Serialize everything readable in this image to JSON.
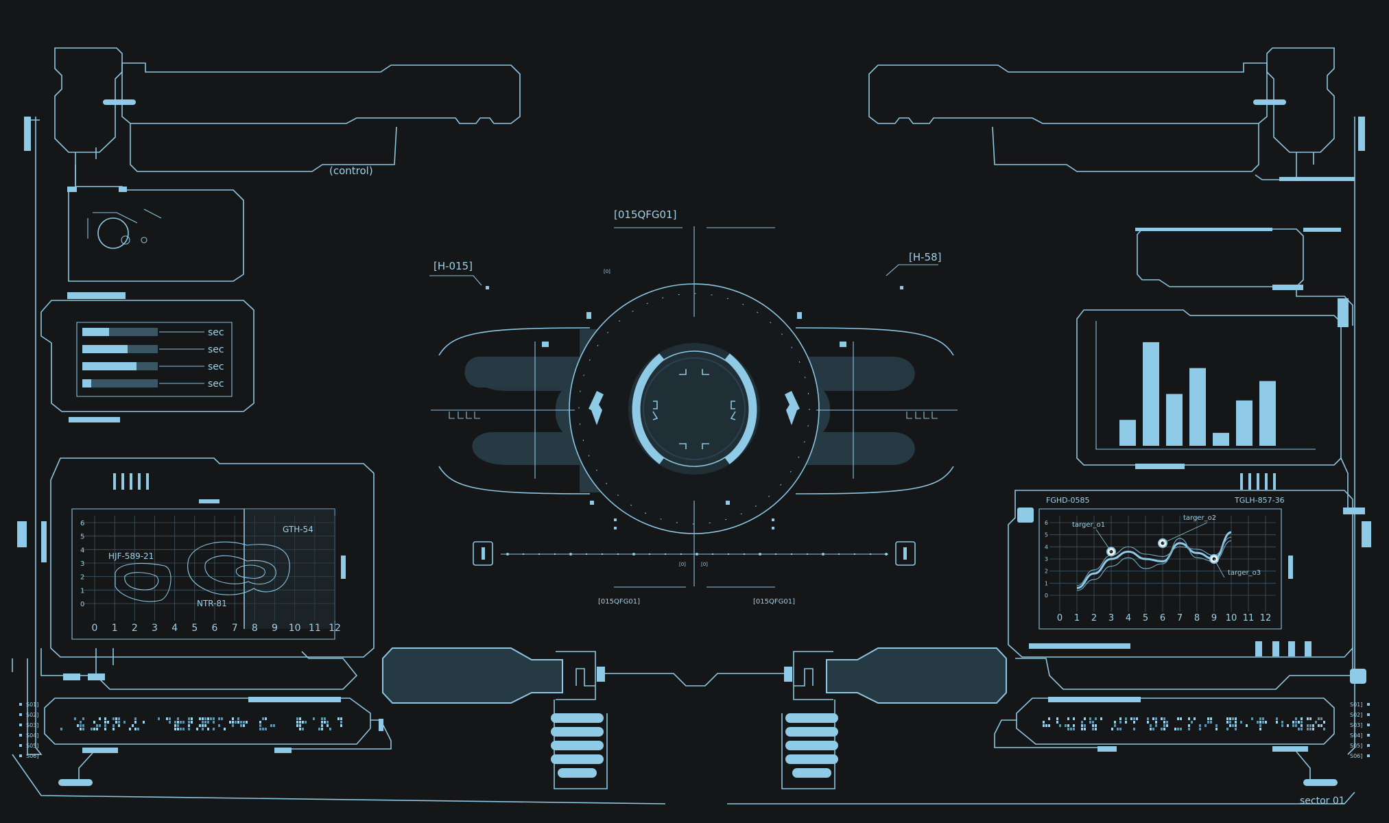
{
  "labels": {
    "control": "(control)",
    "center_code": "[015QFG01]",
    "h_left": "[H-015]",
    "h_right": "[H-58]",
    "zero": "[0]",
    "code_bl": "[015QFG01]",
    "code_br": "[015QFG01]",
    "sector": "sector 01"
  },
  "sec_bars": {
    "unit": "sec",
    "levels": [
      0.35,
      0.6,
      0.72,
      0.12
    ]
  },
  "left_plot": {
    "y_ticks": [
      "6",
      "5",
      "4",
      "3",
      "2",
      "1",
      "0"
    ],
    "x_ticks": [
      "0",
      "1",
      "2",
      "3",
      "4",
      "5",
      "6",
      "7",
      "8",
      "9",
      "10",
      "11",
      "12"
    ],
    "regions": [
      "HJF-589-21",
      "GTH-54",
      "NTR-81"
    ]
  },
  "right_bar_chart": {
    "type": "bar",
    "values": [
      2,
      8,
      4,
      6,
      1,
      3.5,
      5
    ],
    "ylim": [
      0,
      9
    ]
  },
  "right_line_chart": {
    "type": "line",
    "header_left": "FGHD-0585",
    "header_right": "TGLH-857-36",
    "x_ticks": [
      "0",
      "1",
      "2",
      "3",
      "4",
      "5",
      "6",
      "7",
      "8",
      "9",
      "10",
      "11",
      "12"
    ],
    "y_ticks": [
      "6",
      "5",
      "4",
      "3",
      "2",
      "1",
      "0"
    ],
    "ylim": [
      0,
      6
    ],
    "markers": [
      "targer_o1",
      "targer_o2",
      "targer_o3"
    ],
    "series": [
      {
        "x": [
          1,
          2,
          3,
          4,
          5,
          6,
          7,
          8,
          9,
          10
        ],
        "y": [
          0.6,
          1.8,
          3,
          3.6,
          3,
          2.8,
          4.3,
          3.5,
          3,
          5.2
        ]
      },
      {
        "x": [
          1,
          2,
          3,
          4,
          5,
          6,
          7,
          8,
          9,
          10
        ],
        "y": [
          0.4,
          1.3,
          2.4,
          3.1,
          2.2,
          2.6,
          4.7,
          3.1,
          2.8,
          4.5
        ]
      },
      {
        "x": [
          1,
          2,
          3,
          4,
          5,
          6,
          7,
          8,
          9,
          10
        ],
        "y": [
          0.8,
          2.1,
          3.3,
          4,
          3.4,
          3.2,
          4,
          3.8,
          3.3,
          4.8
        ]
      }
    ]
  },
  "side_codes": {
    "left": [
      "S01]",
      "S02]",
      "S03]",
      "S04]",
      "S05]",
      "S06]"
    ],
    "right": [
      "S01]",
      "S02]",
      "S03]",
      "S04]",
      "S05]",
      "S06]"
    ]
  }
}
